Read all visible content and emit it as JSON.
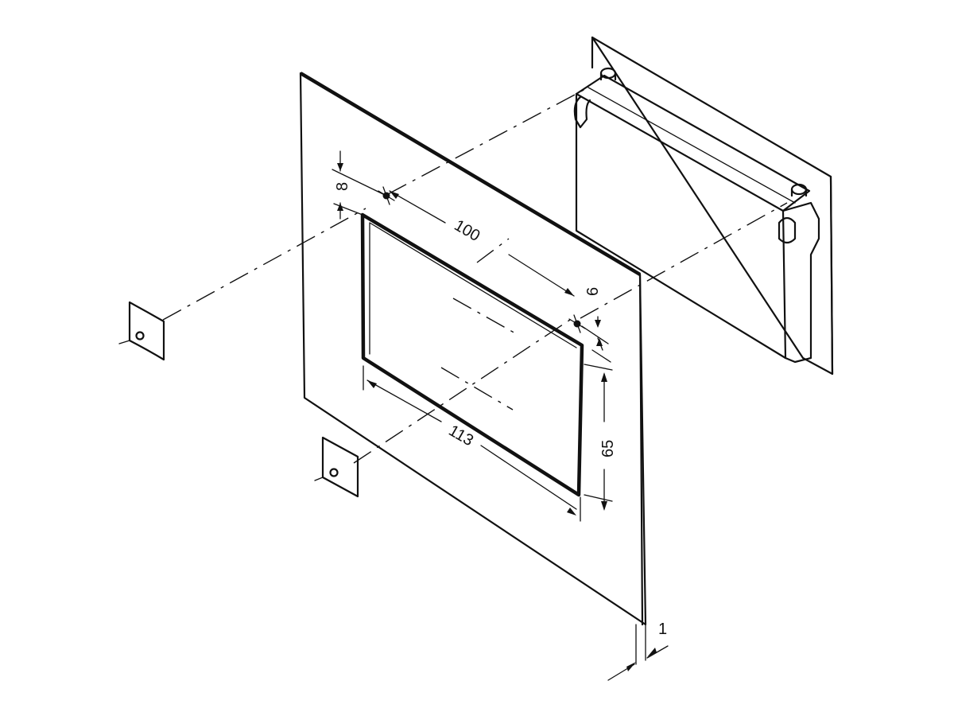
{
  "diagram": {
    "dimensions": {
      "top_margin": "8",
      "width_inner": "100",
      "right_gap": "6",
      "width_outer": "113",
      "height": "65",
      "thickness": "1"
    },
    "colors": {
      "line": "#111111",
      "background": "#ffffff"
    },
    "parts": [
      "front-plate",
      "rear-module",
      "mounting-clip"
    ]
  }
}
